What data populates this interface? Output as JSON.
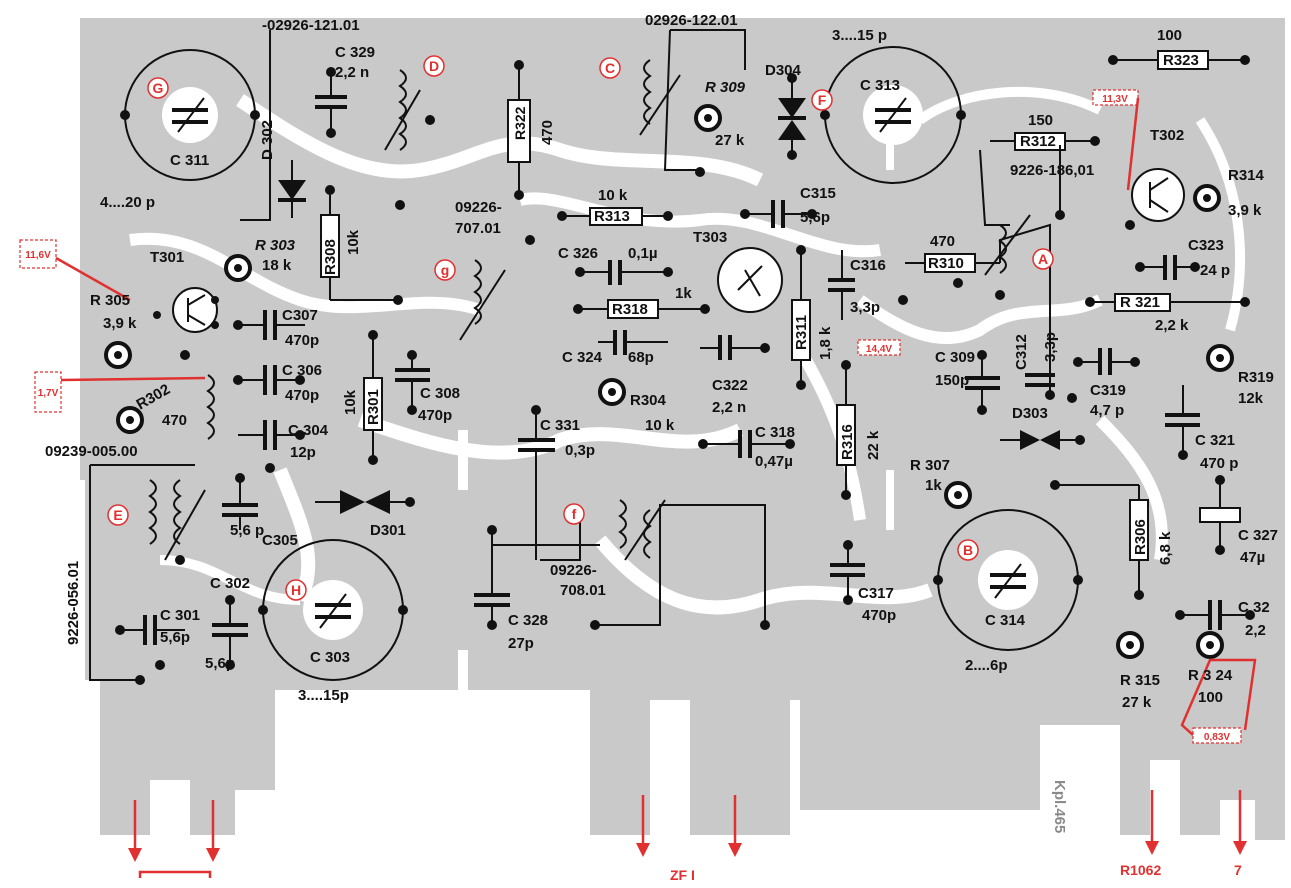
{
  "title_labels": {
    "coil_top_left": "-02926-121.01",
    "coil_top_mid": "02926-122.01",
    "coil_g": "09226-",
    "coil_g2": "707.01",
    "coil_a": "9226-186,01",
    "coil_e": "09239-005.00",
    "coil_left_vertical": "9226-056.01",
    "coil_f": "09226-",
    "coil_f2": "708.01",
    "board_id": "Kpl.465"
  },
  "circle_markers": [
    "G",
    "D",
    "C",
    "F",
    "A",
    "E",
    "H",
    "B",
    "f",
    "g"
  ],
  "components": {
    "c311": "C 311",
    "c311_val": "4....20 p",
    "c329": "C 329",
    "c329_val": "2,2 n",
    "d302": "D 302",
    "r322": "R322",
    "r322_val": "470",
    "r309": "R 309",
    "r309_val": "27 k",
    "d304": "D304",
    "c313": "C 313",
    "c313_val": "3....15 p",
    "r323": "R323",
    "r323_val": "100",
    "r312": "R312",
    "r312_val": "150",
    "t302": "T302",
    "r314": "R314",
    "r314_val": "3,9 k",
    "c323": "C323",
    "c323_val": "24 p",
    "r321": "R 321",
    "r321_val": "2,2 k",
    "r313": "R313",
    "r313_val": "10 k",
    "c315": "C315",
    "c315_val": "5,6p",
    "t303": "T303",
    "c326": "C 326",
    "c326_val": "0,1µ",
    "r318": "R318",
    "r318_val": "1k",
    "c324": "C 324",
    "c324_val": "68p",
    "r311": "R311",
    "r311_val": "1,8 k",
    "c316": "C316",
    "c316_val": "3,3p",
    "r310": "R310",
    "r310_val": "470",
    "c312": "C312",
    "c312_val": "3,3p",
    "c309": "C 309",
    "c309_val": "150p",
    "c319": "C319",
    "c319_val": "4,7 p",
    "r319": "R319",
    "r319_val": "12k",
    "c322": "C322",
    "c322_val": "2,2 n",
    "r304": "R304",
    "r304_val": "10 k",
    "c318": "C 318",
    "c318_val": "0,47µ",
    "r316": "R316",
    "r316_val": "22 k",
    "d303": "D303",
    "r307": "R 307",
    "r307_val": "1k",
    "c321": "C 321",
    "c321_val": "470 p",
    "c327": "C 327",
    "c327_val": "47µ",
    "c320": "C 32",
    "c320_val": "2,2",
    "r306": "R306",
    "r306_val": "6,8 k",
    "c314": "C 314",
    "c314_val": "2....6p",
    "r315": "R 315",
    "r315_val": "27 k",
    "r324": "R 3 24",
    "r324_val": "100",
    "t301": "T301",
    "r305": "R 305",
    "r305_val": "3,9 k",
    "r303": "R 303",
    "r303_val": "18 k",
    "r308": "R308",
    "r308_val": "10k",
    "c307": "C307",
    "c307_val": "470p",
    "c306": "C 306",
    "c306_val": "470p",
    "r302": "R302",
    "r302_val": "470",
    "r301": "R301",
    "r301_val": "10k",
    "c308": "C 308",
    "c308_val": "470p",
    "c304": "C 304",
    "c304_val": "12p",
    "c331": "C 331",
    "c331_val": "0,3p",
    "c305": "C305",
    "c305_val": "5,6 p",
    "d301": "D301",
    "c302": "C 302",
    "c301": "C 301",
    "c301_val": "5,6p",
    "c301_val2": "5,6p",
    "c303": "C 303",
    "c303_val": "3....15p",
    "c328": "C 328",
    "c328_val": "27p",
    "c317": "C317",
    "c317_val": "470p"
  },
  "voltage_tags": [
    "11,3V",
    "11,6V",
    "1,7V",
    "14,4V",
    "0,83V"
  ],
  "connectors": {
    "zf": "ZF I",
    "r1062": "R1062",
    "pin7": "7"
  },
  "colors": {
    "board": "#c9c9c9",
    "marker": "#e03030",
    "ink": "#111111"
  }
}
